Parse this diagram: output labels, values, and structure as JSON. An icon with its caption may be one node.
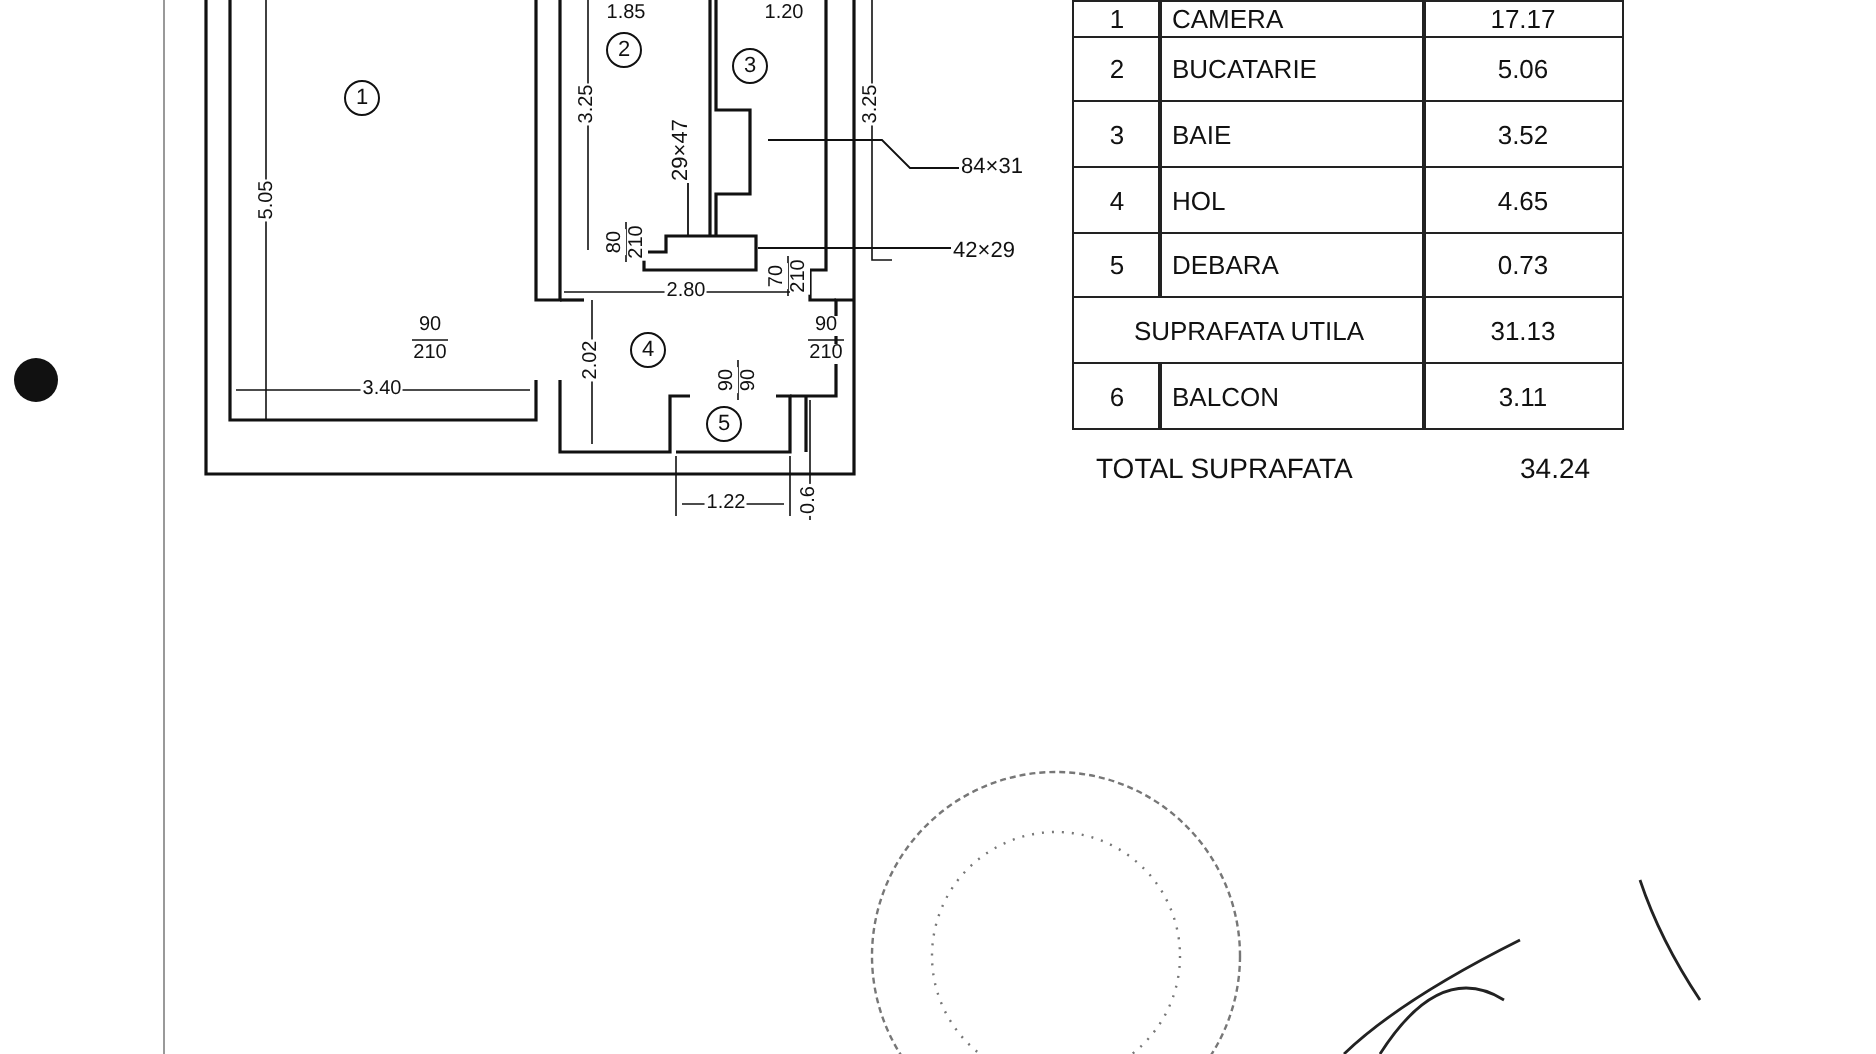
{
  "diagram": {
    "nodes": [
      {
        "text": [
          "1"
        ]
      },
      {
        "text": [
          "2"
        ]
      },
      {
        "text": [
          "3"
        ]
      },
      {
        "text": [
          "4"
        ]
      },
      {
        "text": [
          "5"
        ]
      },
      {
        "text": [
          "29×47"
        ]
      },
      {
        "text": [
          "84×31"
        ]
      },
      {
        "text": [
          "42×29"
        ]
      }
    ],
    "edges": [
      {
        "from": 5,
        "to": null,
        "arrow": "none"
      },
      {
        "from": 6,
        "to": null,
        "arrow": "none"
      },
      {
        "from": 7,
        "to": null,
        "arrow": "none"
      }
    ],
    "labels": [
      "1.85",
      "1.20",
      "5.05",
      "3.25",
      "3.25",
      "80",
      "210",
      "70",
      "210",
      "2.80",
      "90",
      "210",
      "90",
      "210",
      "2.02",
      "3.40",
      "90",
      "90",
      "1.22",
      "0.6",
      "1",
      "CAMERA",
      "17.17",
      "2",
      "BUCATARIE",
      "5.06",
      "3",
      "BAIE",
      "3.52",
      "4",
      "HOL",
      "4.65",
      "5",
      "DEBARA",
      "0.73",
      "SUPRAFATA UTILA",
      "31.13",
      "6",
      "BALCON",
      "3.11",
      "TOTAL SUPRAFATA",
      "34.24"
    ]
  }
}
